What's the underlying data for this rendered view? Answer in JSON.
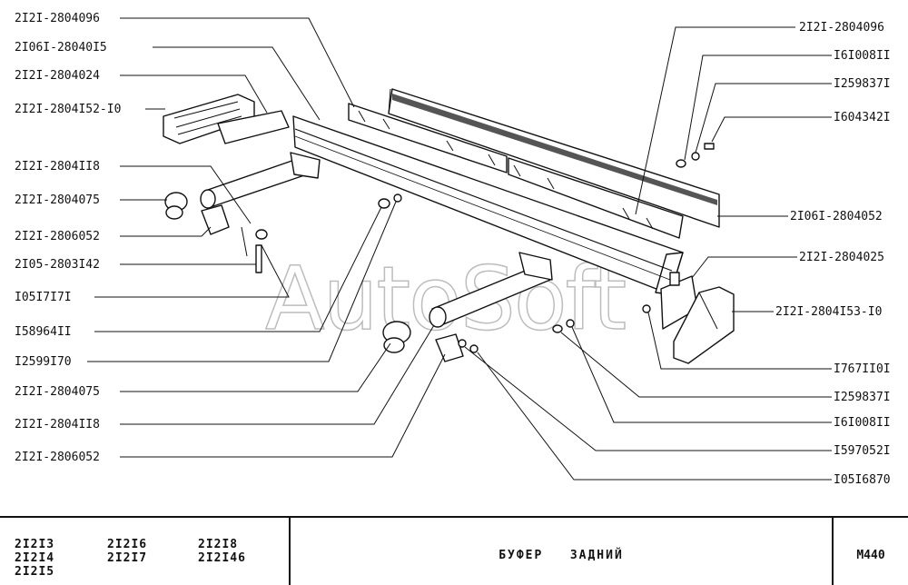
{
  "labels_left": [
    "2I2I-2804096",
    "2I06I-28040I5",
    "2I2I-2804024",
    "2I2I-2804I52-I0",
    "2I2I-2804II8",
    "2I2I-2804075",
    "2I2I-2806052",
    "2I05-2803I42",
    "I05I7I7I",
    "I58964II",
    "I2599I70",
    "2I2I-2804075",
    "2I2I-2804II8",
    "2I2I-2806052"
  ],
  "labels_right": [
    "2I2I-2804096",
    "I6I008II",
    "I259837I",
    "I604342I",
    "2I06I-2804052",
    "2I2I-2804025",
    "2I2I-2804I53-I0",
    "I767II0I",
    "I259837I",
    "I6I008II",
    "I597052I",
    "I05I6870"
  ],
  "watermark": "AutoSoft",
  "footer": {
    "models": [
      "2I2I3",
      "2I2I4",
      "2I2I5",
      "2I2I6",
      "2I2I7",
      "2I2I8",
      "2I2I46"
    ],
    "title": "БУФЕР   ЗАДНИЙ",
    "code": "M440"
  }
}
